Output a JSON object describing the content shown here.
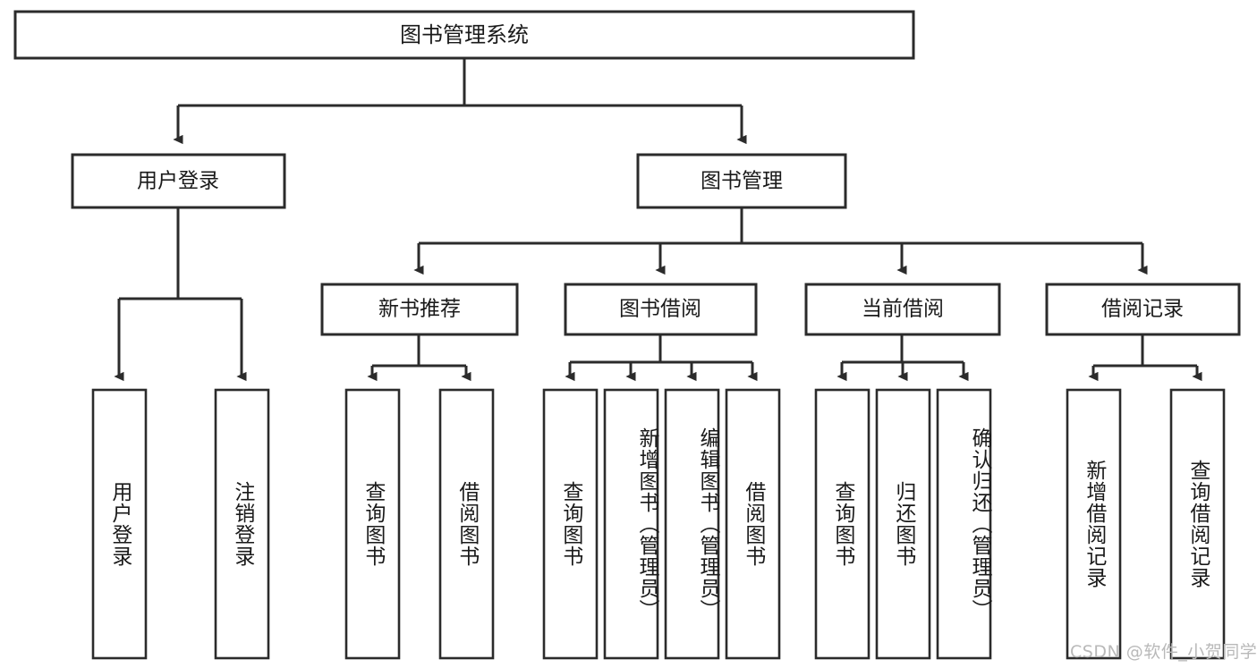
{
  "diagram": {
    "type": "tree",
    "title": "图书管理系统",
    "orientation": "top-down",
    "colors": {
      "box_stroke": "#2b2b2b",
      "box_fill": "#ffffff",
      "text": "#1a1a1a",
      "background": "#ffffff",
      "watermark": "#b9b9b9"
    },
    "root": {
      "label": "图书管理系统",
      "level": 0
    },
    "level1": [
      {
        "label": "用户登录"
      },
      {
        "label": "图书管理"
      }
    ],
    "level2": [
      {
        "label": "新书推荐",
        "parent": "图书管理"
      },
      {
        "label": "图书借阅",
        "parent": "图书管理"
      },
      {
        "label": "当前借阅",
        "parent": "图书管理"
      },
      {
        "label": "借阅记录",
        "parent": "图书管理"
      }
    ],
    "leaves": {
      "用户登录": [
        "用户登录",
        "注销登录"
      ],
      "新书推荐": [
        "查询图书",
        "借阅图书"
      ],
      "图书借阅": [
        "查询图书",
        "新增图书（管理员）",
        "编辑图书（管理员）",
        "借阅图书"
      ],
      "当前借阅": [
        "查询图书",
        "归还图书",
        "确认归还（管理员）"
      ],
      "借阅记录": [
        "新增借阅记录",
        "查询借阅记录"
      ]
    },
    "leaf_labels_flat": [
      "用户登录",
      "注销登录",
      "查询图书",
      "借阅图书",
      "查询图书",
      "新增图书（管理员）",
      "编辑图书（管理员）",
      "借阅图书",
      "查询图书",
      "归还图书",
      "确认归还（管理员）",
      "新增借阅记录",
      "查询借阅记录"
    ]
  },
  "watermark": {
    "text": "CSDN @软件_小贺同学"
  }
}
